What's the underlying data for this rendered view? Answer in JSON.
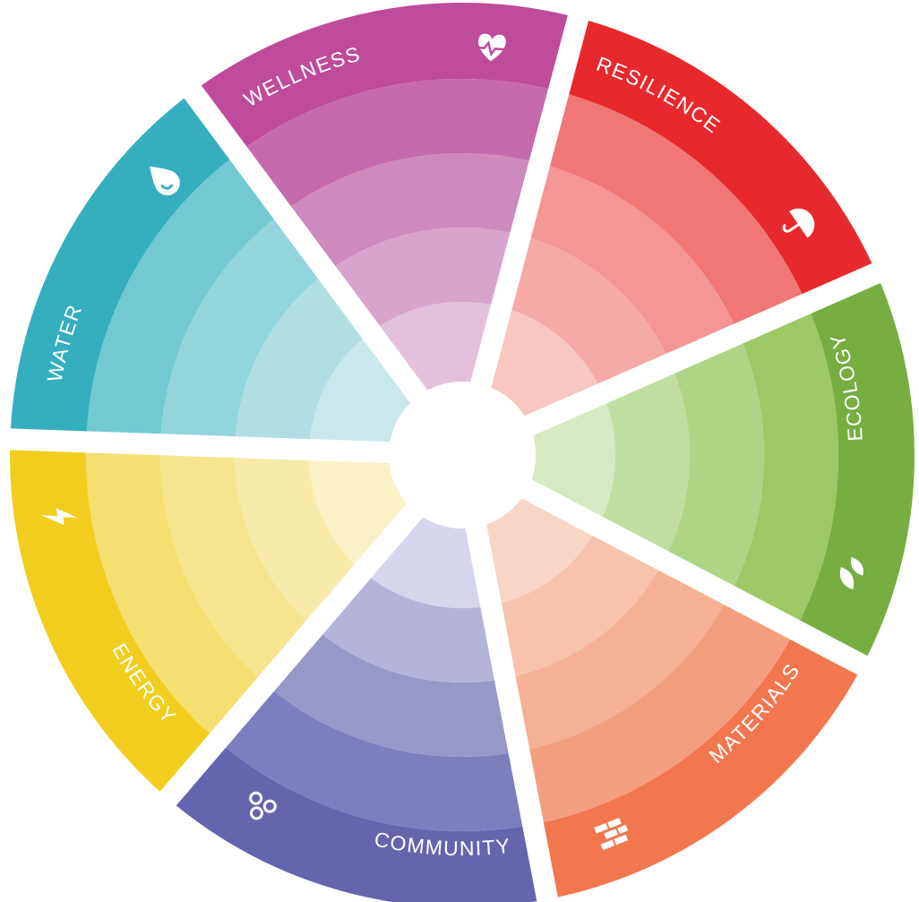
{
  "wheel": {
    "segments": [
      {
        "id": "water",
        "label": "WATER",
        "icon": "water-drop-icon",
        "colors": [
          "#35AFBD",
          "#72C9D2",
          "#93D5DC",
          "#B0DEE3",
          "#C8E8EB"
        ]
      },
      {
        "id": "wellness",
        "label": "WELLNESS",
        "icon": "heart-pulse-icon",
        "colors": [
          "#BE4B9C",
          "#C66AAD",
          "#CE89BD",
          "#D8A4CB",
          "#E3C1DB"
        ]
      },
      {
        "id": "resilience",
        "label": "RESILIENCE",
        "icon": "umbrella-icon",
        "colors": [
          "#E7292D",
          "#F17676",
          "#F49694",
          "#F6AAA6",
          "#F9C7C2"
        ]
      },
      {
        "id": "ecology",
        "label": "ECOLOGY",
        "icon": "leaves-icon",
        "colors": [
          "#76AE41",
          "#9CC965",
          "#AED585",
          "#C1DEA2",
          "#D7E9C3"
        ]
      },
      {
        "id": "materials",
        "label": "MATERIALS",
        "icon": "bricks-icon",
        "colors": [
          "#F2774E",
          "#F39E7F",
          "#F5B095",
          "#F7C3AC",
          "#F9D5C6"
        ]
      },
      {
        "id": "community",
        "label": "COMMUNITY",
        "icon": "people-icon",
        "colors": [
          "#6465AE",
          "#7D7EBD",
          "#9898C8",
          "#B4B4DB",
          "#D5D5EC"
        ]
      },
      {
        "id": "energy",
        "label": "ENERGY",
        "icon": "lightning-bolt-icon",
        "colors": [
          "#F1CE1D",
          "#F5DF71",
          "#F7E48E",
          "#F8EAA8",
          "#FAF1C7"
        ]
      }
    ]
  }
}
